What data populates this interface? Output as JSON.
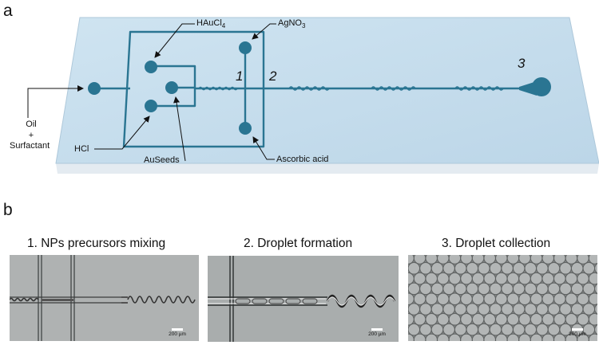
{
  "panels": {
    "a": "a",
    "b": "b"
  },
  "chip": {
    "labels": {
      "hauc": "HAuCl",
      "hauc_sub": "4",
      "agno": "AgNO",
      "agno_sub": "3",
      "oil": "Oil",
      "plus": "+",
      "surfactant": "Surfactant",
      "hcl": "HCl",
      "auseeds": "AuSeeds",
      "ascorbic": "Ascorbic acid"
    },
    "zones": [
      "1",
      "2",
      "3"
    ],
    "colors": {
      "chip_top": "#c7dfee",
      "channel": "#2a7592",
      "chip_side": "#e6eef4"
    }
  },
  "micrographs": [
    {
      "title": "1. NPs precursors mixing",
      "scale": "200 µm"
    },
    {
      "title": "2. Droplet formation",
      "scale": "200 µm"
    },
    {
      "title": "3. Droplet collection",
      "scale": "200 µm"
    }
  ]
}
